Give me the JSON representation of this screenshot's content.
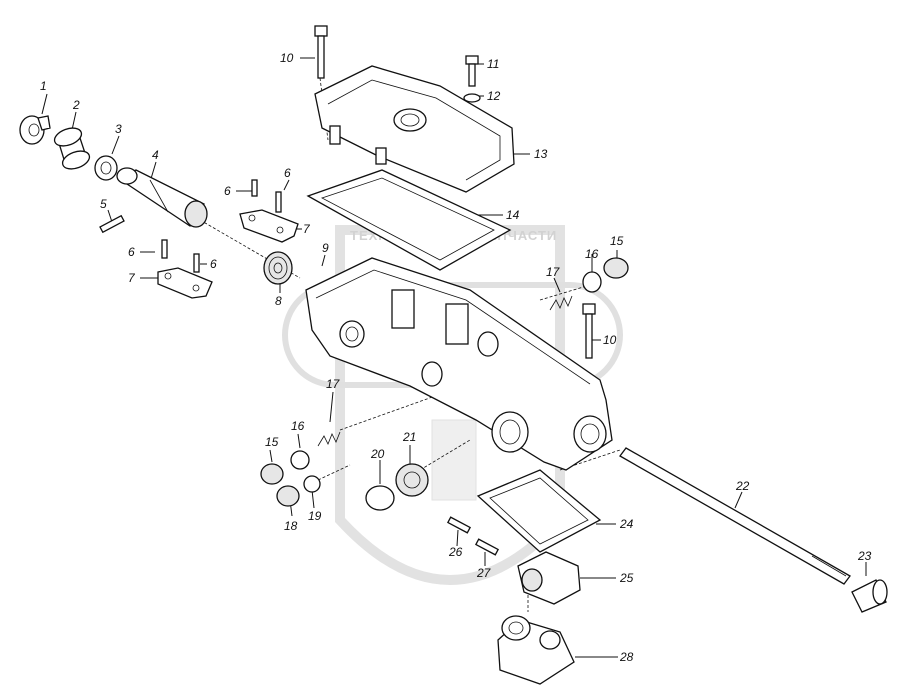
{
  "watermark": {
    "left_text": "ТЕХНИКА",
    "right_text": "ЗАПЧАСТИ"
  },
  "callouts": [
    {
      "id": "c1",
      "text": "1"
    },
    {
      "id": "c2",
      "text": "2"
    },
    {
      "id": "c3",
      "text": "3"
    },
    {
      "id": "c4",
      "text": "4"
    },
    {
      "id": "c5",
      "text": "5"
    },
    {
      "id": "c6a",
      "text": "6"
    },
    {
      "id": "c6b",
      "text": "6"
    },
    {
      "id": "c6c",
      "text": "6"
    },
    {
      "id": "c6d",
      "text": "6"
    },
    {
      "id": "c7a",
      "text": "7"
    },
    {
      "id": "c7b",
      "text": "7"
    },
    {
      "id": "c8",
      "text": "8"
    },
    {
      "id": "c9",
      "text": "9"
    },
    {
      "id": "c10a",
      "text": "10"
    },
    {
      "id": "c10b",
      "text": "10"
    },
    {
      "id": "c11",
      "text": "11"
    },
    {
      "id": "c12",
      "text": "12"
    },
    {
      "id": "c13",
      "text": "13"
    },
    {
      "id": "c14",
      "text": "14"
    },
    {
      "id": "c15a",
      "text": "15"
    },
    {
      "id": "c15b",
      "text": "15"
    },
    {
      "id": "c16a",
      "text": "16"
    },
    {
      "id": "c16b",
      "text": "16"
    },
    {
      "id": "c17a",
      "text": "17"
    },
    {
      "id": "c17b",
      "text": "17"
    },
    {
      "id": "c18",
      "text": "18"
    },
    {
      "id": "c19",
      "text": "19"
    },
    {
      "id": "c20",
      "text": "20"
    },
    {
      "id": "c21",
      "text": "21"
    },
    {
      "id": "c22",
      "text": "22"
    },
    {
      "id": "c23",
      "text": "23"
    },
    {
      "id": "c24",
      "text": "24"
    },
    {
      "id": "c25",
      "text": "25"
    },
    {
      "id": "c26",
      "text": "26"
    },
    {
      "id": "c27",
      "text": "27"
    },
    {
      "id": "c28",
      "text": "28"
    }
  ]
}
